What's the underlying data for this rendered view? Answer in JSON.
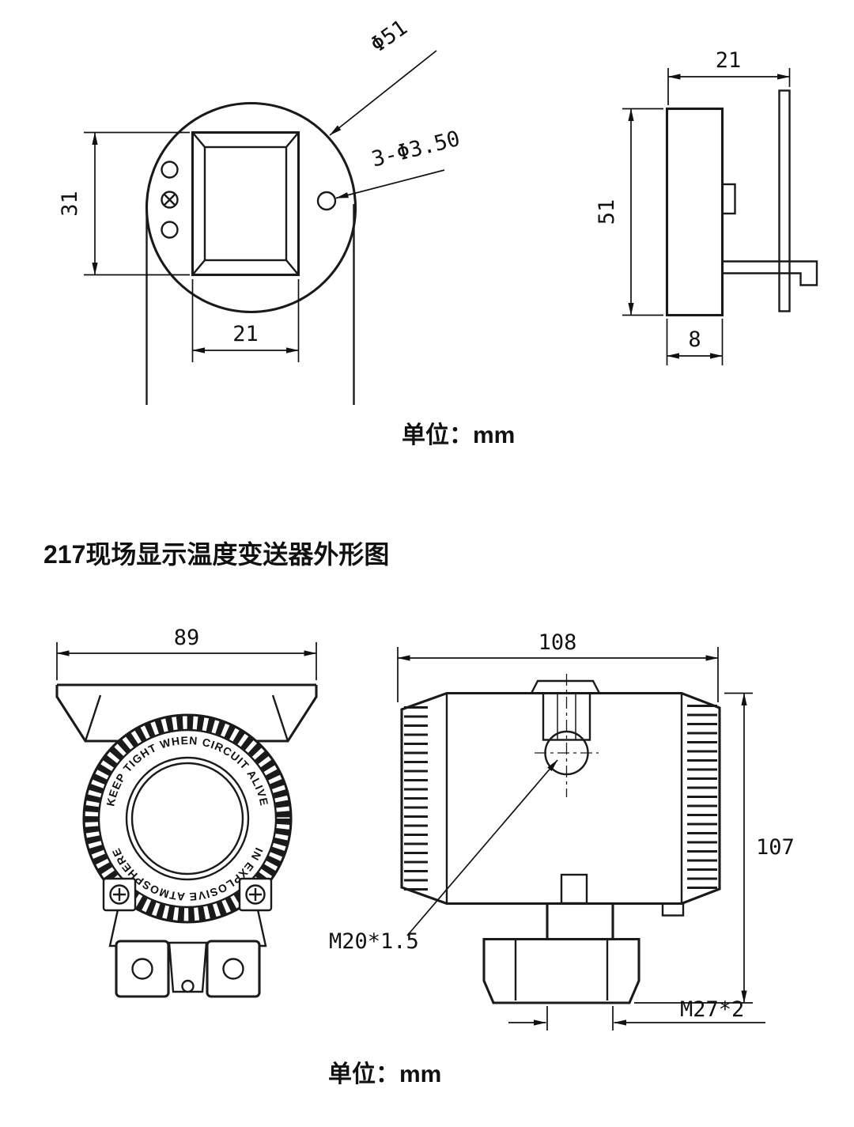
{
  "page": {
    "title": "217现场显示温度变送器外形图",
    "units_top": "单位：mm",
    "units_bottom": "单位：mm"
  },
  "colors": {
    "ink": "#1a1a1a"
  },
  "display_module": {
    "front": {
      "diameter": "Φ51",
      "holes": "3-Φ3.50",
      "height": "31",
      "width": "21"
    },
    "side": {
      "depth_total": "21",
      "height": "51",
      "body_depth": "8"
    }
  },
  "transmitter": {
    "front": {
      "width": "89",
      "ring_text_top": "KEEP TIGHT WHEN CIRCUIT ALIVE",
      "ring_text_bottom": "IN EXPLOSIVE ATMOSPHERE"
    },
    "side": {
      "width": "108",
      "height": "107",
      "conduit_thread": "M20*1.5",
      "process_thread": "M27*2"
    }
  }
}
